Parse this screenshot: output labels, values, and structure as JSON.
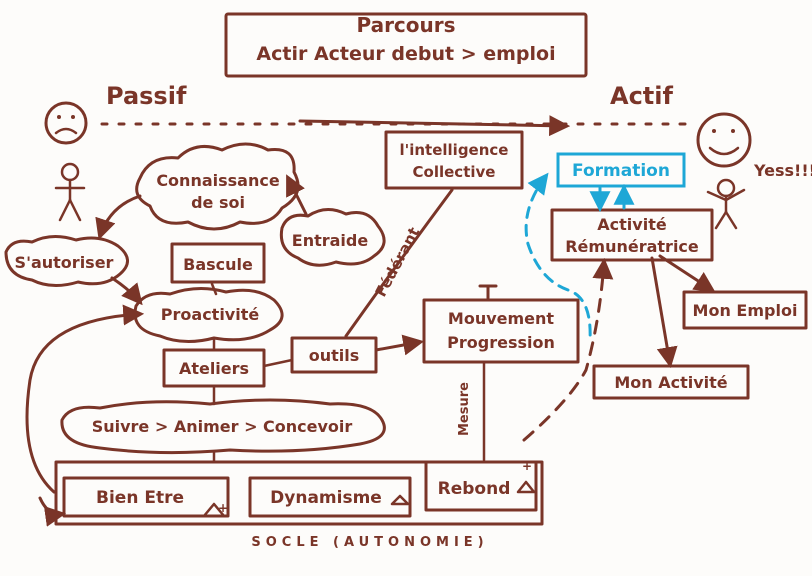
{
  "title": {
    "line1": "Parcours",
    "line2": "Actir Acteur debut > emploi"
  },
  "axis": {
    "left_label": "Passif",
    "right_label": "Actif"
  },
  "nodes": {
    "intelligence": {
      "line1": "l'intelligence",
      "line2": "Collective"
    },
    "connaissance": {
      "line1": "Connaissance",
      "line2": "de soi"
    },
    "entraide": "Entraide",
    "sautoriser": "S'autoriser",
    "bascule": "Bascule",
    "proactivite": "Proactivité",
    "ateliers": "Ateliers",
    "outils": "outils",
    "mouvement": {
      "line1": "Mouvement",
      "line2": "Progression"
    },
    "suivre": "Suivre > Animer > Concevoir",
    "bienetre": "Bien Etre",
    "dynamisme": "Dynamisme",
    "rebond": "Rebond",
    "formation": "Formation",
    "activite": {
      "line1": "Activité",
      "line2": "Rémunératrice"
    },
    "emploi": "Mon Emploi",
    "monactivite": "Mon Activité",
    "socle": "SOCLE (AUTONOMIE)",
    "yess": "Yess!!!"
  },
  "edge_labels": {
    "federant": "Fédérant",
    "mesure": "Mesure"
  },
  "signs": {
    "plus": "+",
    "tee": "T"
  },
  "colors": {
    "ink": "#7a3528",
    "blue": "#1ea7d6"
  }
}
